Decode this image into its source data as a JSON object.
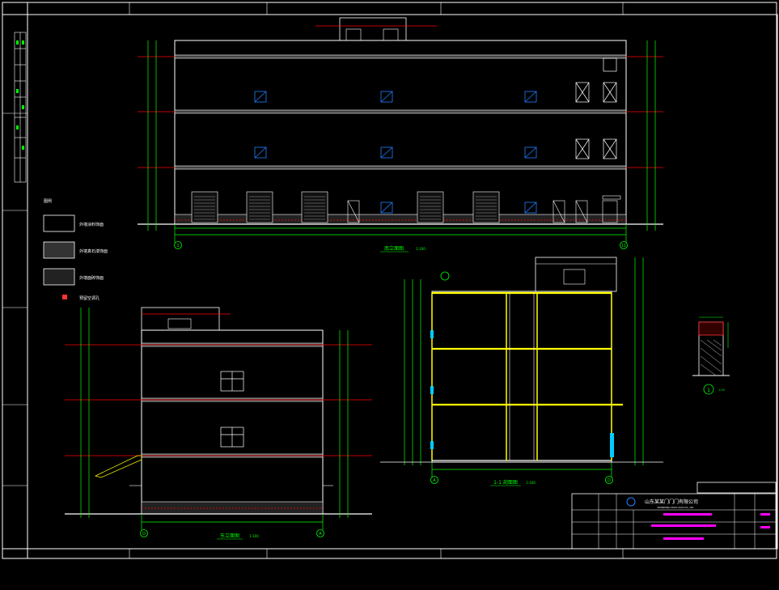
{
  "title_block": {
    "company": "山东某某门门门有限公司",
    "company_en": "SHANDONG XXXXX XXXX CO., LTD"
  },
  "legend": {
    "heading": "图例",
    "items": [
      "外墙涂料饰面",
      "外墙真石漆饰面",
      "外墙面砖饰面",
      "预留空调孔"
    ]
  },
  "views": {
    "front_elevation": {
      "title": "南立面图",
      "scale": "1:100",
      "axis_left": "1",
      "axis_right": "11"
    },
    "side_elevation": {
      "title": "东立面图",
      "scale": "1:100",
      "axis_left": "D",
      "axis_right": "A"
    },
    "section": {
      "title": "1-1 剖面图",
      "scale": "1:100",
      "axis_left": "A",
      "axis_right": "D"
    },
    "detail": {
      "label": "1",
      "scale": "1:20"
    }
  },
  "colors": {
    "frame": "#ffffff",
    "dimension": "#00ff00",
    "floor_line": "#ff0000",
    "slab": "#ffff00",
    "window": "#2080ff",
    "accent": "#ff00ff",
    "stair": "#00ffff"
  }
}
